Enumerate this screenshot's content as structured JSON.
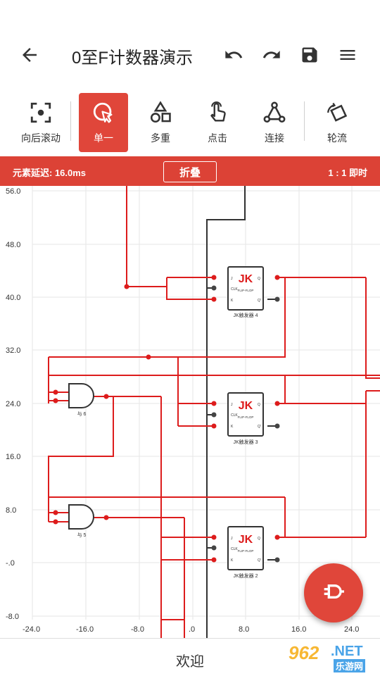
{
  "appbar": {
    "title": "0至F计数器演示",
    "icons": [
      "arrow-back-icon",
      "undo-icon",
      "redo-icon",
      "save-icon",
      "menu-icon"
    ]
  },
  "toolbar": {
    "tools": [
      {
        "label": "向后滚动",
        "icon": "scroll-focus-icon",
        "active": false
      },
      {
        "label": "单一",
        "icon": "cursor-select-icon",
        "active": true
      },
      {
        "label": "多重",
        "icon": "shapes-icon",
        "active": false
      },
      {
        "label": "点击",
        "icon": "tap-hand-icon",
        "active": false
      },
      {
        "label": "连接",
        "icon": "connect-nodes-icon",
        "active": false
      },
      {
        "label": "轮流",
        "icon": "rotate-icon",
        "active": false
      }
    ]
  },
  "status": {
    "delay": "元素延迟: 16.0ms",
    "fold_label": "折叠",
    "speed": "1 : 1 即时"
  },
  "canvas": {
    "y_labels": [
      "56.0",
      "48.0",
      "40.0",
      "32.0",
      "24.0",
      "16.0",
      "8.0",
      "-.0",
      "-8.0"
    ],
    "x_labels": [
      "-24.0",
      "-16.0",
      "-8.0",
      ".0",
      "8.0",
      "16.0",
      "24.0"
    ],
    "flipflops": [
      {
        "title": "JK",
        "sub": "FLIP-FLOP",
        "caption": "JK触发器 4",
        "pins_left": [
          "J",
          "CLK",
          "K"
        ],
        "pins_right": [
          "Q",
          "Q'"
        ]
      },
      {
        "title": "JK",
        "sub": "FLIP-FLOP",
        "caption": "JK触发器 3",
        "pins_left": [
          "J",
          "CLK",
          "K"
        ],
        "pins_right": [
          "Q",
          "Q'"
        ]
      },
      {
        "title": "JK",
        "sub": "FLIP-FLOP",
        "caption": "JK触发器 2",
        "pins_left": [
          "J",
          "CLK",
          "K"
        ],
        "pins_right": [
          "Q",
          "Q'"
        ]
      }
    ],
    "gates": [
      {
        "caption": "与 6"
      },
      {
        "caption": "与 5"
      }
    ],
    "wire_color": "#dd1c1c",
    "clock_wire_color": "#333333"
  },
  "fab": {
    "icon": "plug-icon"
  },
  "bottom": {
    "welcome": "欢迎"
  },
  "watermark": {
    "num": "962",
    "net": ".NET",
    "site": "乐游网"
  },
  "colors": {
    "accent": "#e0463a",
    "status": "#dc4236"
  }
}
